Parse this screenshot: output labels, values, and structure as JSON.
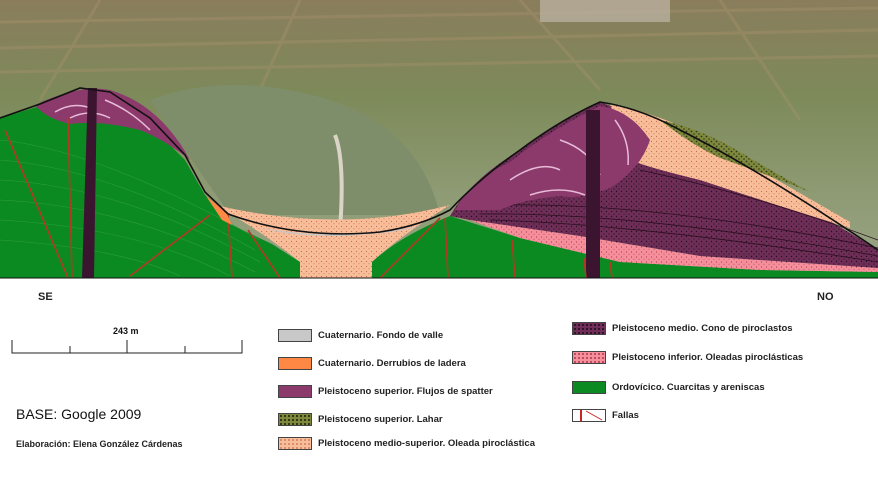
{
  "orientation": {
    "left": "SE",
    "right": "NO"
  },
  "scale_bar": {
    "label": "243 m"
  },
  "base": "BASE: Google 2009",
  "credit": "Elaboración: Elena González Cárdenas",
  "legend": [
    {
      "label": "Cuaternario. Fondo de valle",
      "color": "#c8c8c8"
    },
    {
      "label": "Cuaternario. Derrubios de ladera",
      "color": "#ff8845"
    },
    {
      "label": "Pleistoceno superior. Flujos de spatter",
      "color": "#8c3a6c"
    },
    {
      "label": "Pleistoceno superior. Lahar",
      "color": "#7f8a3e"
    },
    {
      "label": "Pleistoceno medio-superior. Oleada piroclástica",
      "color": "#f8bd99"
    },
    {
      "label": "Pleistoceno medio.  Cono de piroclastos",
      "color": "#6e2e58"
    },
    {
      "label": "Pleistoceno inferior. Oleadas piroclásticas",
      "color": "#f58f9c"
    },
    {
      "label": "Ordovícico. Cuarcitas y areniscas",
      "color": "#0b8a21"
    },
    {
      "label": "Fallas",
      "color": "#cc2222"
    }
  ]
}
